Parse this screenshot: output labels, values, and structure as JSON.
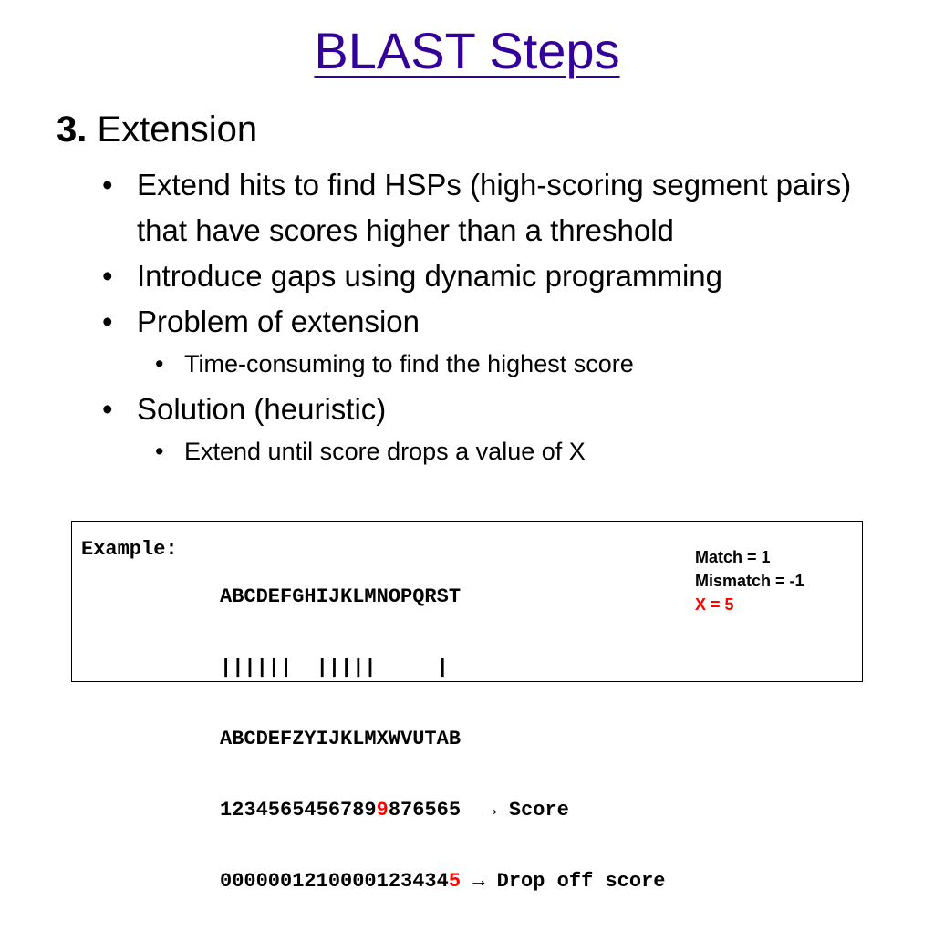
{
  "slide": {
    "title": "BLAST Steps",
    "heading_number": "3.",
    "heading_text": "Extension",
    "bullets": [
      "Extend hits to find HSPs (high-scoring segment pairs) that have scores higher than a threshold",
      "Introduce gaps using dynamic programming",
      "Problem of extension",
      "Time-consuming to find the highest score",
      "Solution (heuristic)",
      "Extend until score drops a value of X"
    ]
  },
  "example": {
    "label": "Example:",
    "seq1": "ABCDEFGHIJKLMNOPQRST",
    "match_line": "||||||  |||||     |",
    "seq2": "ABCDEFZYIJKLMXWVUTAB",
    "score_before": "1234565456789",
    "score_highlight": "9",
    "score_after": "876565",
    "score_arrow": "  → ",
    "score_label": "Score",
    "drop_before": "0000001210000123434",
    "drop_highlight": "5",
    "drop_arrow": " → ",
    "drop_label": "Drop off score",
    "params": {
      "match": "Match = 1",
      "mismatch": "Mismatch = -1",
      "x": "X = 5"
    }
  },
  "colors": {
    "title": "#330099",
    "highlight": "#ff0000"
  }
}
